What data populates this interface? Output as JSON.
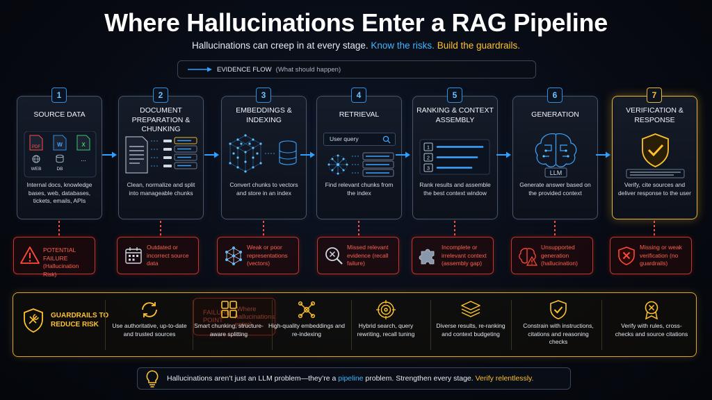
{
  "title": "Where Hallucinations Enter a RAG Pipeline",
  "subtitle": {
    "lead": "Hallucinations can creep in at every stage.",
    "risk": "Know the risks.",
    "guard": "Build the guardrails."
  },
  "legend": {
    "flow_label": "EVIDENCE FLOW",
    "flow_note": "(What should happen)",
    "fail_label": "FAILURE POINT",
    "fail_note": "(Where hallucinations enter)"
  },
  "stages": [
    {
      "num": "1",
      "title": "SOURCE DATA",
      "desc": "Internal docs, knowledge bases, web, databases, tickets, emails, APIs",
      "file_labels": [
        "PDF",
        "W",
        "X",
        "WEB",
        "DB",
        "..."
      ]
    },
    {
      "num": "2",
      "title": "DOCUMENT PREPARATION & CHUNKING",
      "desc": "Clean, normalize and split into manageable chunks"
    },
    {
      "num": "3",
      "title": "EMBEDDINGS & INDEXING",
      "desc": "Convert chunks to vectors and store in an index"
    },
    {
      "num": "4",
      "title": "RETRIEVAL",
      "desc": "Find relevant chunks from the index",
      "query_placeholder": "User query"
    },
    {
      "num": "5",
      "title": "RANKING & CONTEXT ASSEMBLY",
      "desc": "Rank results and assemble the best context window",
      "ranks": [
        "1",
        "2",
        "3"
      ]
    },
    {
      "num": "6",
      "title": "GENERATION",
      "desc": "Generate answer based on the provided context",
      "model_label": "LLM"
    },
    {
      "num": "7",
      "title": "VERIFICATION & RESPONSE",
      "desc": "Verify, cite sources and deliver response to the user"
    }
  ],
  "failures": [
    {
      "text": "POTENTIAL FAILURE (Hallucination Risk)",
      "icon": "warning-icon"
    },
    {
      "text": "Outdated or incorrect source data",
      "icon": "calendar-icon"
    },
    {
      "text": "Weak or poor representations (vectors)",
      "icon": "network-icon"
    },
    {
      "text": "Missed relevant evidence (recall failure)",
      "icon": "search-x-icon"
    },
    {
      "text": "Incomplete or irrelevant context (assembly gap)",
      "icon": "puzzle-icon"
    },
    {
      "text": "Unsupported generation (hallucination)",
      "icon": "brain-warning-icon"
    },
    {
      "text": "Missing or weak verification (no guardrails)",
      "icon": "shield-x-icon"
    }
  ],
  "guardrails": {
    "heading": "GUARDRAILS TO REDUCE RISK",
    "items": [
      {
        "text": "Use authoritative, up-to-date and trusted sources",
        "icon": "refresh-icon"
      },
      {
        "text": "Smart chunking, structure-aware splitting",
        "icon": "grid-icon"
      },
      {
        "text": "High-quality embeddings and re-indexing",
        "icon": "nodes-icon"
      },
      {
        "text": "Hybrid search, query rewriting, recall tuning",
        "icon": "target-icon"
      },
      {
        "text": "Diverse results, re-ranking and context budgeting",
        "icon": "layers-icon"
      },
      {
        "text": "Constrain with instructions, citations and reasoning checks",
        "icon": "shield-check-icon"
      },
      {
        "text": "Verify with rules, cross-checks and source citations",
        "icon": "badge-icon"
      }
    ]
  },
  "footer": {
    "part1": "Hallucinations aren’t just an LLM problem—they’re a",
    "highlight": "pipeline",
    "part2": "problem.  Strengthen every stage.",
    "emphasis": "Verify relentlessly."
  },
  "colors": {
    "accent_blue": "#3fb6ff",
    "accent_gold": "#ffc22e",
    "failure_red": "#ff4a3a"
  }
}
